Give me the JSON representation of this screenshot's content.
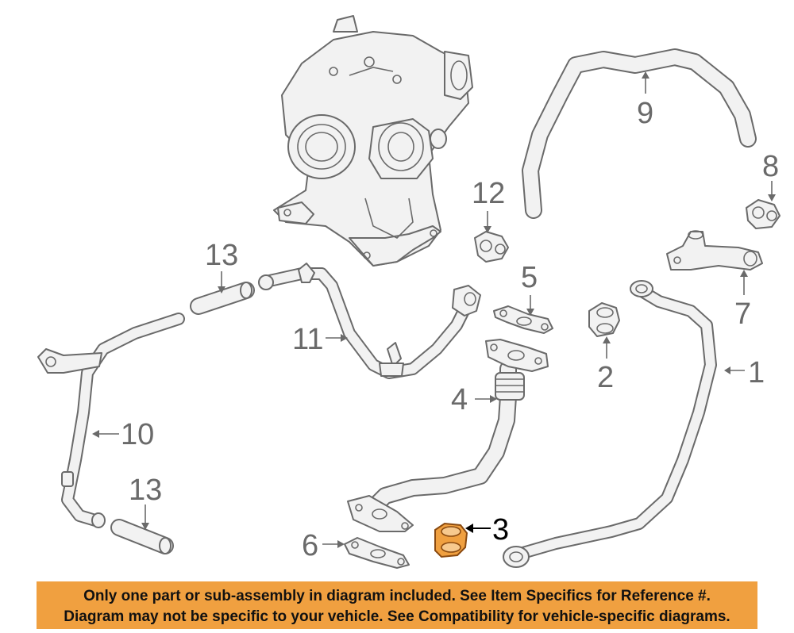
{
  "callouts": {
    "c1": "1",
    "c2": "2",
    "c3": "3",
    "c4": "4",
    "c5": "5",
    "c6": "6",
    "c7": "7",
    "c8": "8",
    "c9": "9",
    "c10": "10",
    "c11": "11",
    "c12": "12",
    "c13a": "13",
    "c13b": "13"
  },
  "highlighted_part": "3",
  "colors": {
    "highlight": "#f0a040",
    "line_art": "#6a6a6a",
    "banner": "#f0a040"
  },
  "banner": {
    "line1": "Only one part or sub-assembly in diagram included. See Item Specifics for Reference #.",
    "line2": "Diagram may not be specific to your vehicle. See Compatibility for vehicle-specific diagrams."
  }
}
